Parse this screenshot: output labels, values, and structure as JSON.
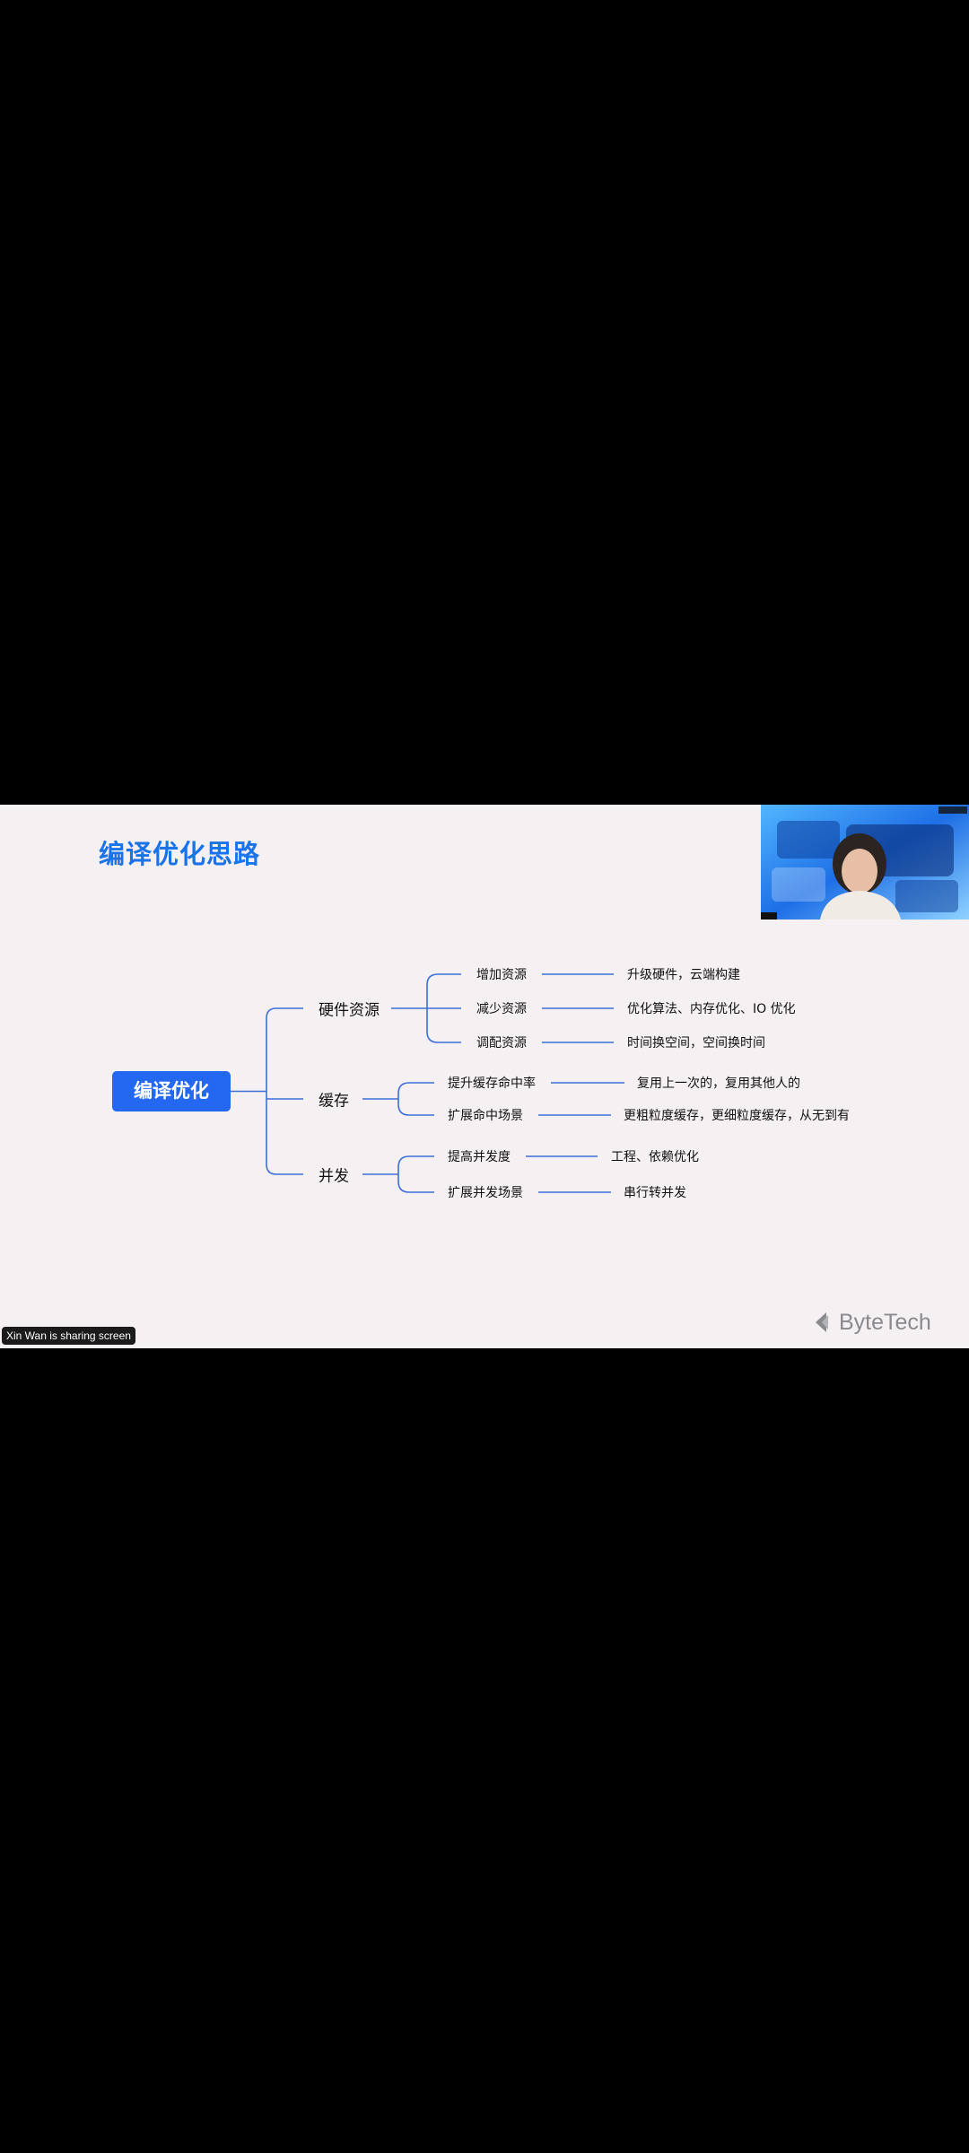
{
  "slide": {
    "title": "编译优化思路",
    "logo_text": "ByteTech"
  },
  "mindmap": {
    "root": "编译优化",
    "branches": [
      {
        "label": "硬件资源",
        "children": [
          {
            "label": "增加资源",
            "detail": "升级硬件，云端构建"
          },
          {
            "label": "减少资源",
            "detail": "优化算法、内存优化、IO 优化"
          },
          {
            "label": "调配资源",
            "detail": "时间换空间，空间换时间"
          }
        ]
      },
      {
        "label": "缓存",
        "children": [
          {
            "label": "提升缓存命中率",
            "detail": "复用上一次的，复用其他人的"
          },
          {
            "label": "扩展命中场景",
            "detail": "更粗粒度缓存，更细粒度缓存，从无到有"
          }
        ]
      },
      {
        "label": "并发",
        "children": [
          {
            "label": "提高并发度",
            "detail": "工程、依赖优化"
          },
          {
            "label": "扩展并发场景",
            "detail": "串行转并发"
          }
        ]
      }
    ]
  },
  "meeting": {
    "share_status": "Xin Wan is sharing screen"
  },
  "colors": {
    "accent": "#2468f2",
    "title": "#1a73e8",
    "connector": "#3d6fd6",
    "slide_bg": "#f5f0f2"
  },
  "icons": {
    "logo": "bytetech-logo-icon"
  }
}
